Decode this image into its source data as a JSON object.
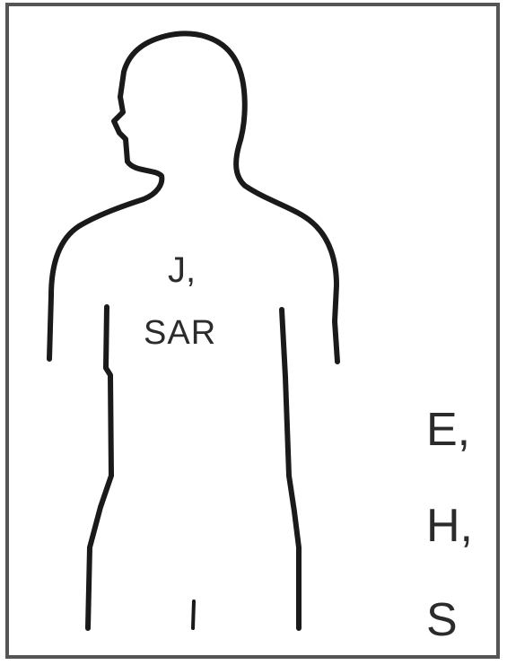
{
  "figure": {
    "region_labels": {
      "trunk_line1": "J,",
      "trunk_line2": "SAR",
      "side_line1": "E,",
      "side_line2": "H,",
      "side_line3": "S"
    },
    "colors": {
      "outline": "#1a1a1a",
      "frame": "#555555",
      "text": "#2b2b2b"
    }
  }
}
